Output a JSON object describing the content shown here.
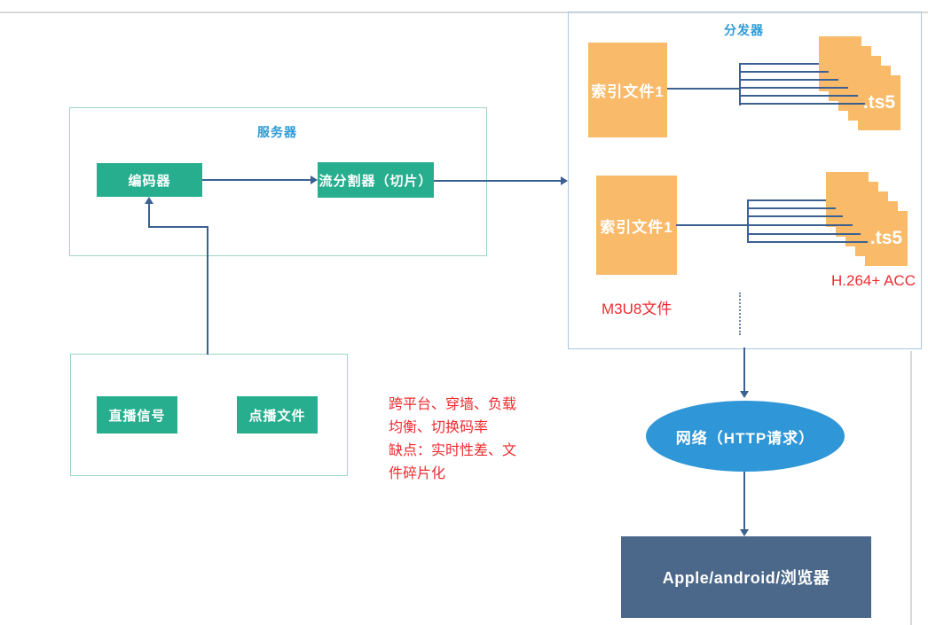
{
  "server_group": {
    "title": "服务器",
    "encoder_label": "编码器",
    "splitter_label": "流分割器（切片）"
  },
  "source_group": {
    "live_label": "直播信号",
    "vod_label": "点播文件"
  },
  "notes": {
    "lines": [
      "跨平台、穿墙、负载",
      "均衡、切换码率",
      "缺点：实时性差、文",
      "件碎片化"
    ]
  },
  "distributor": {
    "title": "分发器",
    "index_file_1_label": "索引文件1",
    "index_file_2_label": "索引文件1",
    "ts_stack_label": ".ts5",
    "m3u8_note": "M3U8文件",
    "codec_note": "H.264+ ACC"
  },
  "network": {
    "label": "网络（HTTP请求）"
  },
  "client": {
    "label": "Apple/android/浏览器"
  },
  "colors": {
    "green_node": "#27ae8e",
    "teal_border": "#9ed5c1",
    "blue_border": "#a9c7e0",
    "orange_node": "#f9ba69",
    "title_blue": "#2e9ad5",
    "note_red": "#ee2b2f",
    "connector_blue": "#3c6191",
    "network_blue": "#2f96d7",
    "client_slate": "#4b688a"
  }
}
